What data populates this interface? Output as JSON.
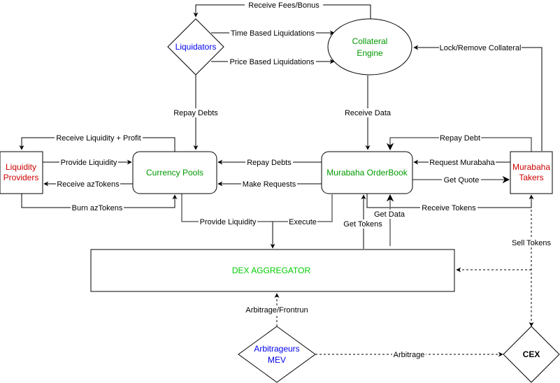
{
  "colors": {
    "green": "#009900",
    "red": "#cc0000",
    "blue": "#0000ee",
    "dex_green": "#00cc00",
    "black": "#000000"
  },
  "nodes": {
    "liquidators": "Liquidators",
    "collateral_engine": [
      "Collateral",
      "Engine"
    ],
    "liquidity_providers": [
      "Liquidity",
      "Providers"
    ],
    "currency_pools": "Currency Pools",
    "murabaha_orderbook": "Murabaha OrderBook",
    "murabaha_takers": [
      "Murabaha",
      "Takers"
    ],
    "dex_aggregator": "DEX AGGREGATOR",
    "arbitrageurs": [
      "Arbitrageurs",
      "MEV"
    ],
    "cex": "CEX"
  },
  "edges": {
    "receive_fees_bonus": "Receive Fees/Bonus",
    "time_based_liquidations": "Time Based Liquidations",
    "price_based_liquidations": "Price Based Liquidations",
    "lock_remove_collateral": "Lock/Remove Collateral",
    "repay_debts_liquidators": "Repay Debts",
    "receive_data": "Receive Data",
    "receive_liquidity_profit": "Receive Liquidity + Profit",
    "provide_liquidity_lp": "Provide Liquidity",
    "receive_aztokens": "Receive azTokens",
    "burn_aztokens": "Burn azTokens",
    "repay_debts_orderbook": "Repay Debts",
    "make_requests": "Make Requests",
    "repay_debt": "Repay Debt",
    "request_murabaha": "Request Murabaha",
    "get_quote": "Get Quote",
    "receive_tokens": "Receive Tokens",
    "provide_liquidity_dex": "Provide Liquidity",
    "execute": "Execute",
    "get_tokens": "Get Tokens",
    "get_data": "Get Data",
    "sell_tokens": "Sell Tokens",
    "arbitrage_frontrun": "Arbitrage/Frontrun",
    "arbitrage": "Arbitrage"
  }
}
